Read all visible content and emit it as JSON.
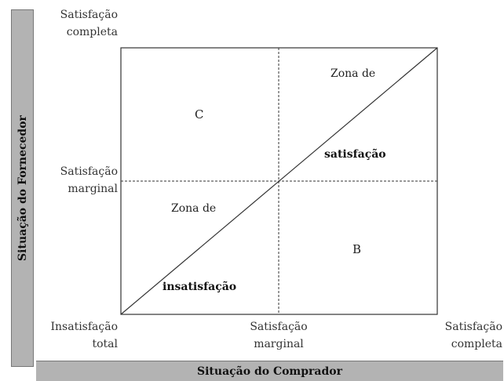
{
  "y_axis": {
    "title": "Situação do Fornecedor",
    "levels": {
      "top": "Satisfação\ncompleta",
      "middle": "Satisfação\nmarginal",
      "bottom": "Insatisfação\ntotal"
    }
  },
  "x_axis": {
    "title": "Situação do Comprador",
    "levels": {
      "middle": "Satisfação\nmarginal",
      "right": "Satisfação\ncompleta"
    }
  },
  "zones": {
    "upper_line1": "Zona de",
    "upper_line2": "satisfação",
    "lower_line1": "Zona de",
    "lower_line2": "insatisfação"
  },
  "quadrants": {
    "upper_left": "C",
    "lower_right": "B"
  },
  "colors": {
    "axis_bar": "#b3b3b3",
    "line": "#333333"
  }
}
